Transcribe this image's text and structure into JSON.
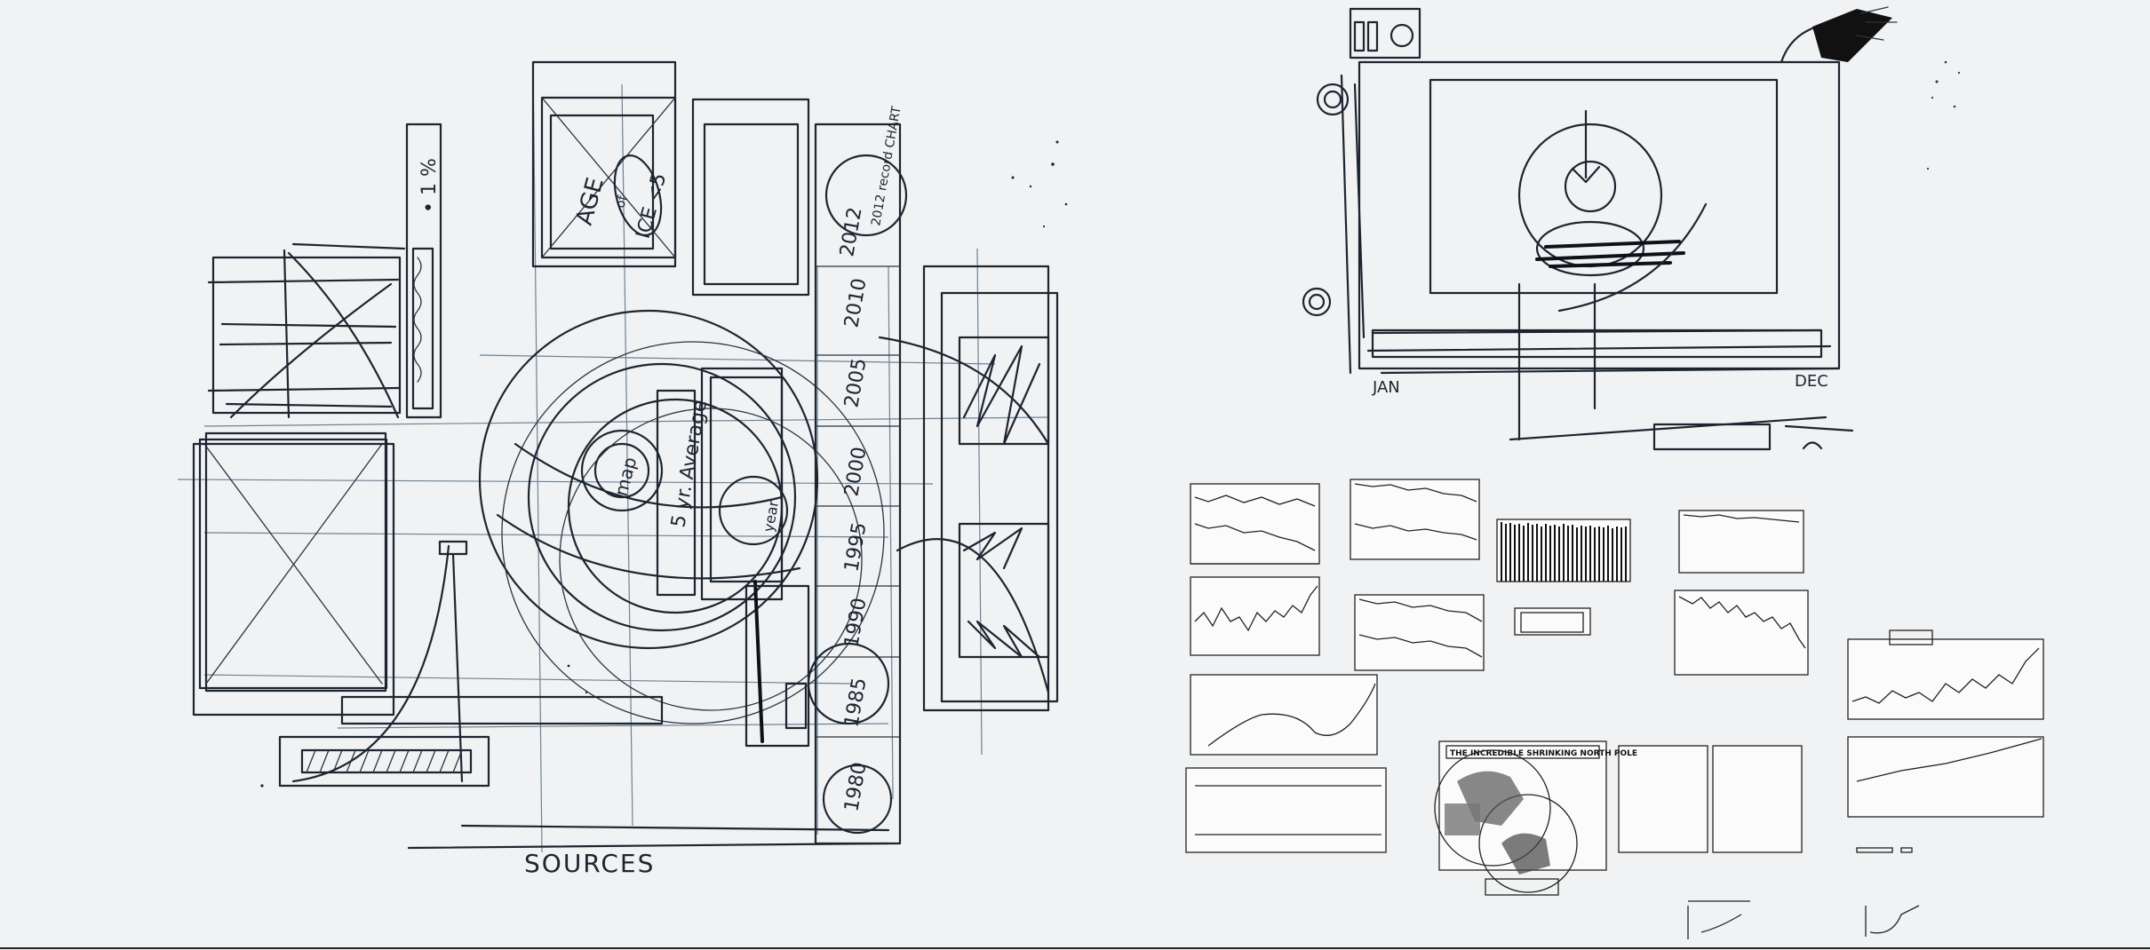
{
  "sketch_left": {
    "label_sources": "SOURCES",
    "label_percent": "• 1 %",
    "label_age": "AGE",
    "label_of": "of",
    "label_ice": "ICE <5",
    "label_year_avg": "5 yr. Average",
    "label_map": "map",
    "label_year": "year",
    "label_2012_record": "2012 record CHART",
    "years": [
      "2012",
      "2010",
      "2005",
      "2000",
      "1995",
      "1990",
      "1985",
      "1980"
    ]
  },
  "sketch_right": {
    "label_jan": "JAN",
    "label_dec": "DEC"
  },
  "poster": {
    "title": "THE INCREDIBLE SHRINKING NORTH POLE"
  }
}
